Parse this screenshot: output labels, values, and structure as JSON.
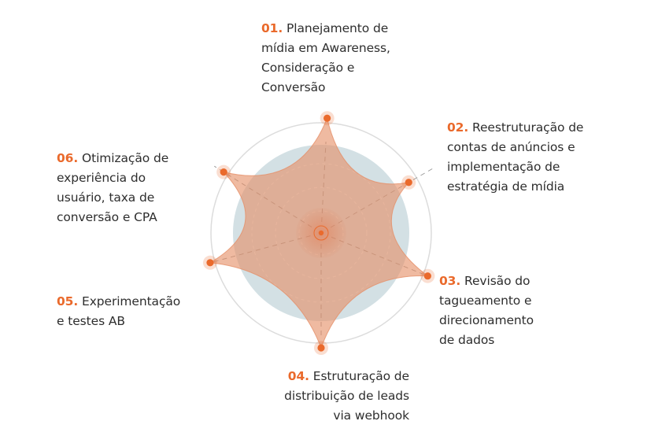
{
  "colors": {
    "accent": "#ea6a2c",
    "fill": "#e58f68",
    "inner_circle": "#d3e0e4",
    "guide": "#9a9a9a",
    "outer_ring": "#dcdcdc",
    "text": "#2e2e2e"
  },
  "steps": [
    {
      "number": "01.",
      "text": "Planejamento de\nmídia em Awareness,\nConsideração e\nConversão",
      "value": 1.0
    },
    {
      "number": "02.",
      "text": "Reestruturação de\ncontas de anúncios e\nimplementação de\nestratégia de mídia",
      "value": 0.88
    },
    {
      "number": "03.",
      "text": "Revisão do\ntagueamento e\ndirecionamento\nde dados",
      "value": 1.0
    },
    {
      "number": "04.",
      "text": "Estruturação de\ndistribuição de leads\nvia webhook",
      "value": 1.0
    },
    {
      "number": "05.",
      "text": "Experimentação\ne testes AB",
      "value": 1.0
    },
    {
      "number": "06.",
      "text": "Otimização de\nexperiência do\nusuário, taxa de\nconversão e CPA",
      "value": 1.0
    }
  ]
}
